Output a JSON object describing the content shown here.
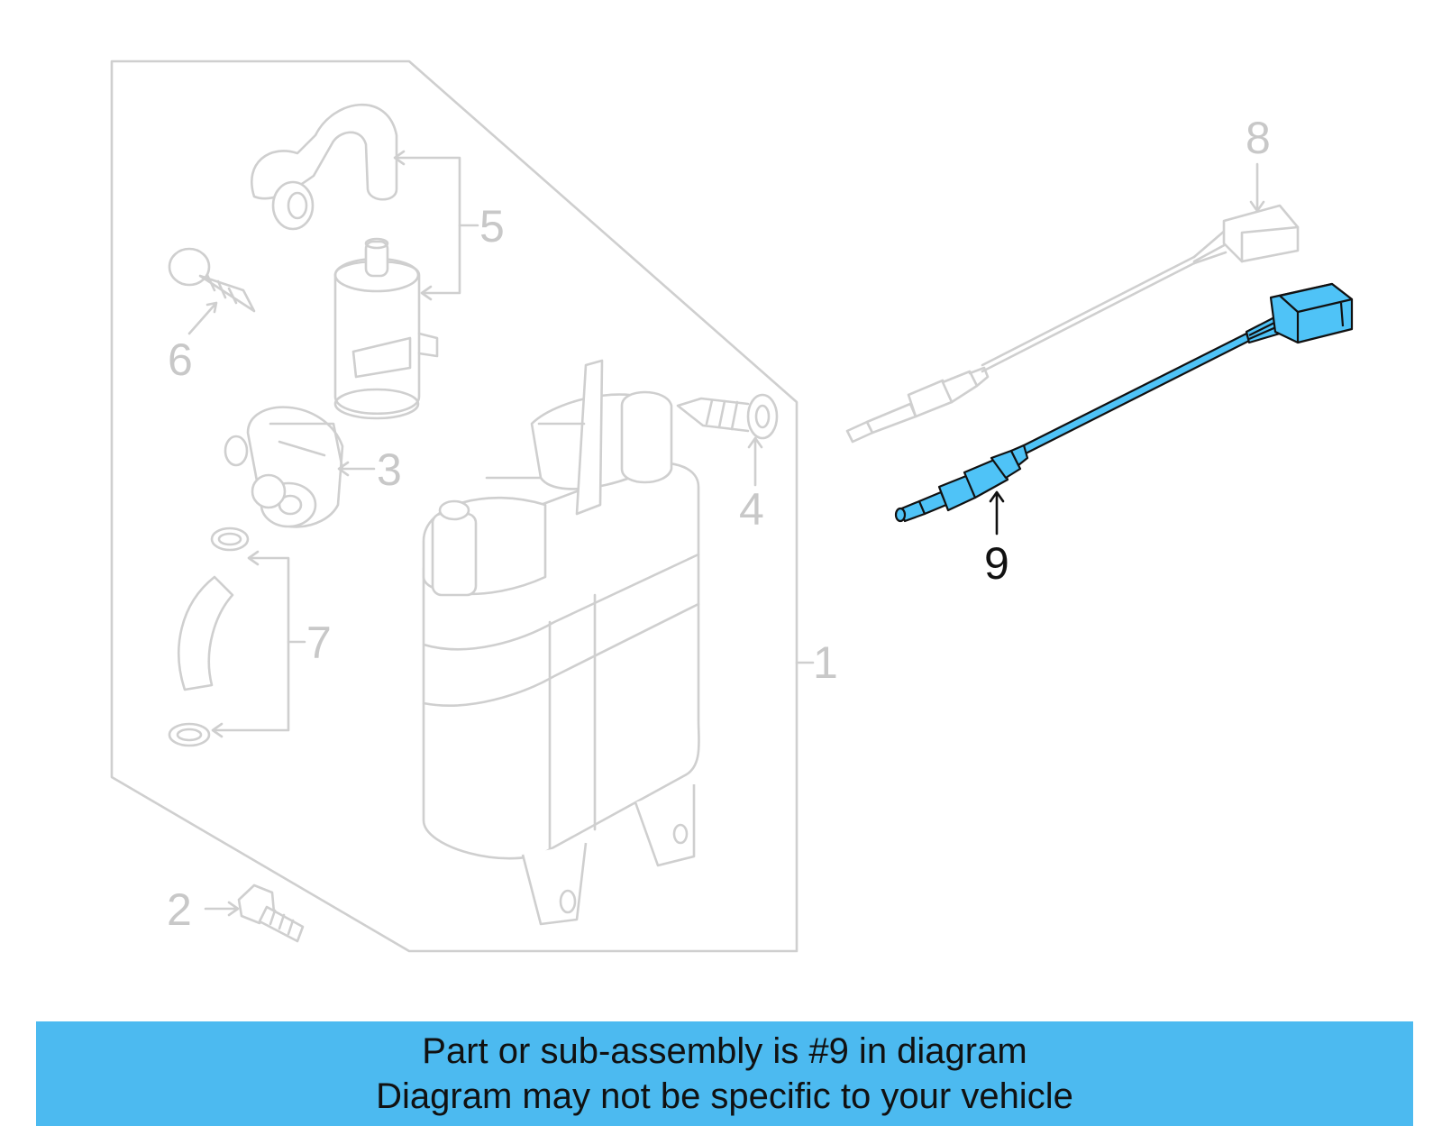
{
  "callouts": {
    "c1": "1",
    "c2": "2",
    "c3": "3",
    "c4": "4",
    "c5": "5",
    "c6": "6",
    "c7": "7",
    "c8": "8",
    "c9": "9"
  },
  "colors": {
    "highlight": "#4fc3f7",
    "banner": "#4cbaf0",
    "ghost": "#cfcfcf"
  },
  "banner": {
    "line1": "Part or sub-assembly is #9 in diagram",
    "line2": "Diagram may not be specific to your vehicle"
  }
}
